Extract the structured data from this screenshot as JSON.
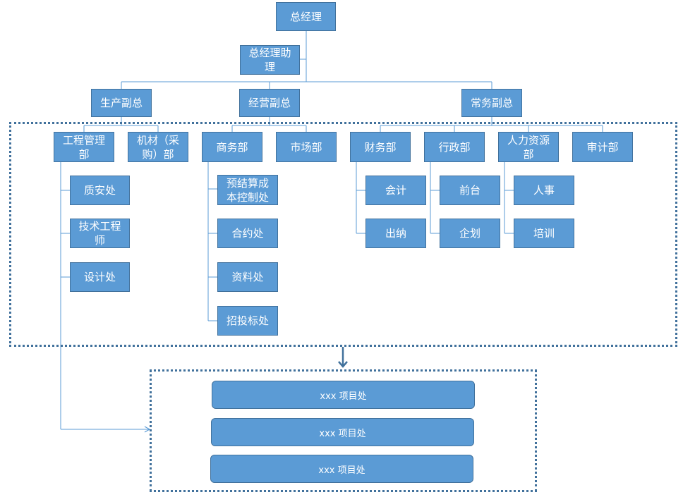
{
  "chart": {
    "gm": "总经理",
    "gm_assistant": "总经理助理",
    "vp_production": "生产副总",
    "vp_operations": "经营副总",
    "vp_executive": "常务副总",
    "dept_engineering": "工程管理部",
    "dept_materials": "机材（采购）部",
    "dept_business": "商务部",
    "dept_market": "市场部",
    "dept_finance": "财务部",
    "dept_admin": "行政部",
    "dept_hr": "人力资源部",
    "dept_audit": "审计部",
    "sub_quality": "质安处",
    "sub_tech": "技术工程师",
    "sub_design": "设计处",
    "sub_budget": "预结算成本控制处",
    "sub_contract": "合约处",
    "sub_docs": "资料处",
    "sub_bidding": "招投标处",
    "sub_accounting": "会计",
    "sub_cashier": "出纳",
    "sub_reception": "前台",
    "sub_planning": "企划",
    "sub_personnel": "人事",
    "sub_training": "培训"
  },
  "projects": [
    {
      "label": "xxx 项目处"
    },
    {
      "label": "xxx 项目处"
    },
    {
      "label": "xxx 项目处"
    }
  ],
  "colors": {
    "box_fill": "#5b9bd5",
    "box_border": "#41719c",
    "line": "#5b9bd5",
    "text": "#ffffff"
  }
}
